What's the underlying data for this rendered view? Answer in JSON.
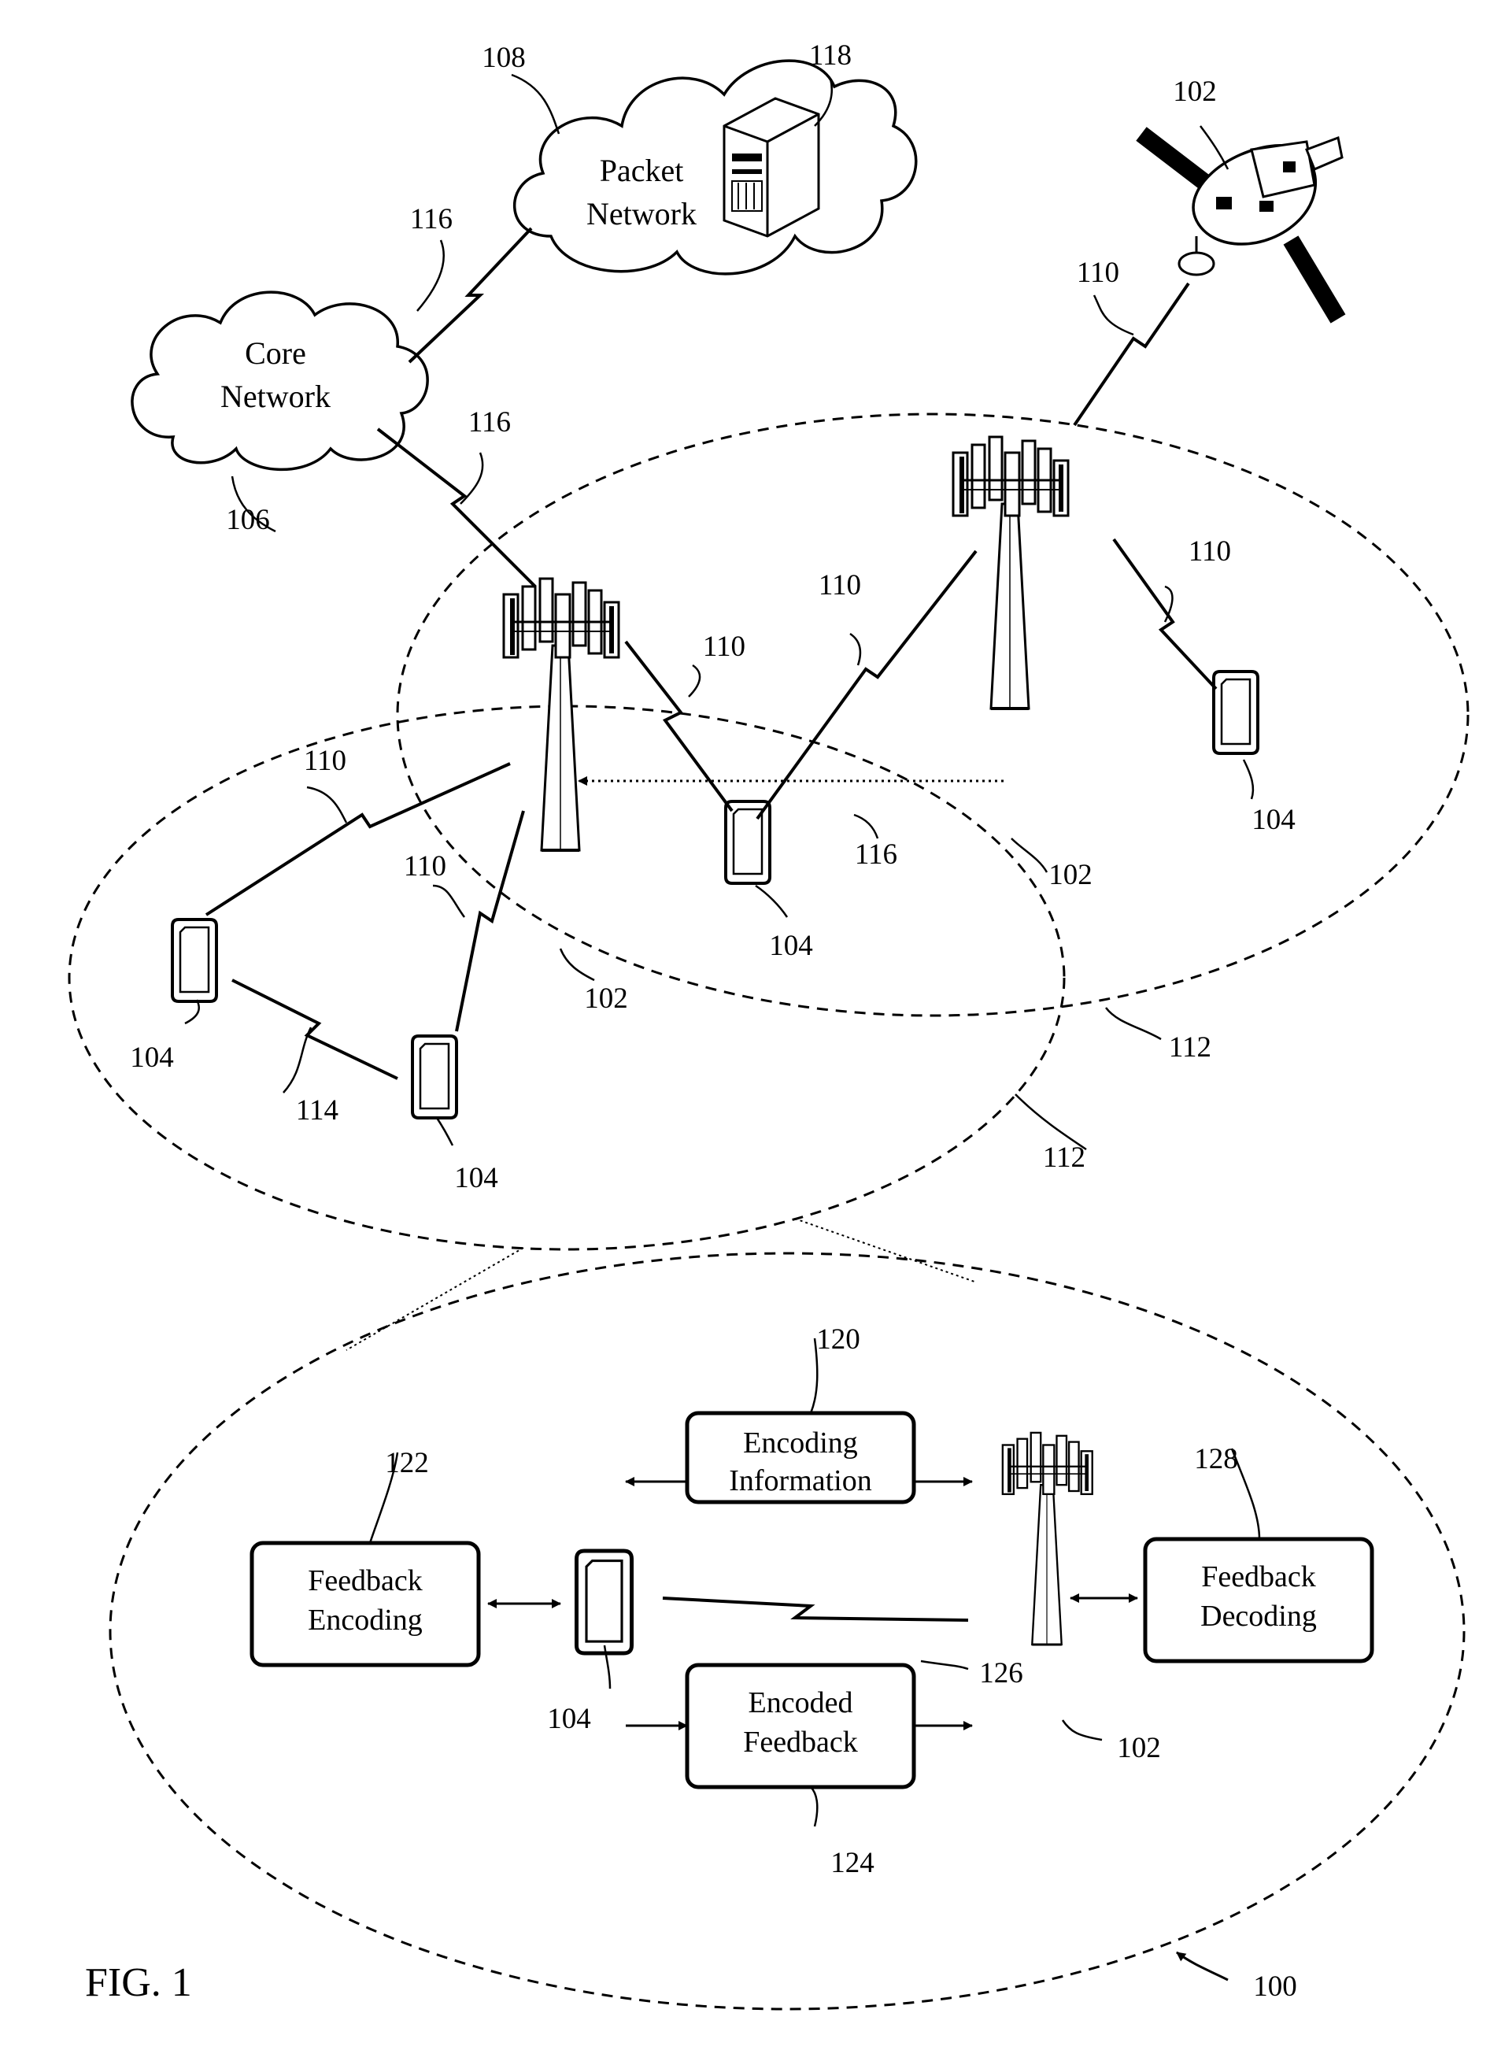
{
  "figure": {
    "label": "FIG. 1",
    "ref_system": "100"
  },
  "clouds": {
    "packet": {
      "line1": "Packet",
      "line2": "Network",
      "ref": "108"
    },
    "core": {
      "line1": "Core",
      "line2": "Network",
      "ref": "106"
    }
  },
  "server": {
    "ref": "118"
  },
  "satellite": {
    "ref": "102"
  },
  "towers": {
    "left": {
      "ref": "102"
    },
    "right": {
      "ref": "102"
    },
    "detail": {
      "ref": "102"
    }
  },
  "devices": {
    "center": {
      "ref": "104"
    },
    "right": {
      "ref": "104"
    },
    "left": {
      "ref": "104"
    },
    "bottom": {
      "ref": "104"
    },
    "detail": {
      "ref": "104"
    }
  },
  "links": {
    "packet_core": "116",
    "core_tower": "116",
    "tower_tower": "116",
    "satellite_tower": "110",
    "right_tower_center_ue": "110",
    "right_tower_right_ue": "110",
    "left_tower_center_ue": "110",
    "left_tower_left_ue": "110",
    "left_tower_bottom_ue": "110",
    "sidelink": "114",
    "detail_link": "126"
  },
  "cells": {
    "right": "112",
    "left": "112"
  },
  "boxes": {
    "encoding_information": {
      "line1": "Encoding",
      "line2": "Information",
      "ref": "120"
    },
    "feedback_encoding": {
      "line1": "Feedback",
      "line2": "Encoding",
      "ref": "122"
    },
    "encoded_feedback": {
      "line1": "Encoded",
      "line2": "Feedback",
      "ref": "124"
    },
    "feedback_decoding": {
      "line1": "Feedback",
      "line2": "Decoding",
      "ref": "128"
    }
  }
}
